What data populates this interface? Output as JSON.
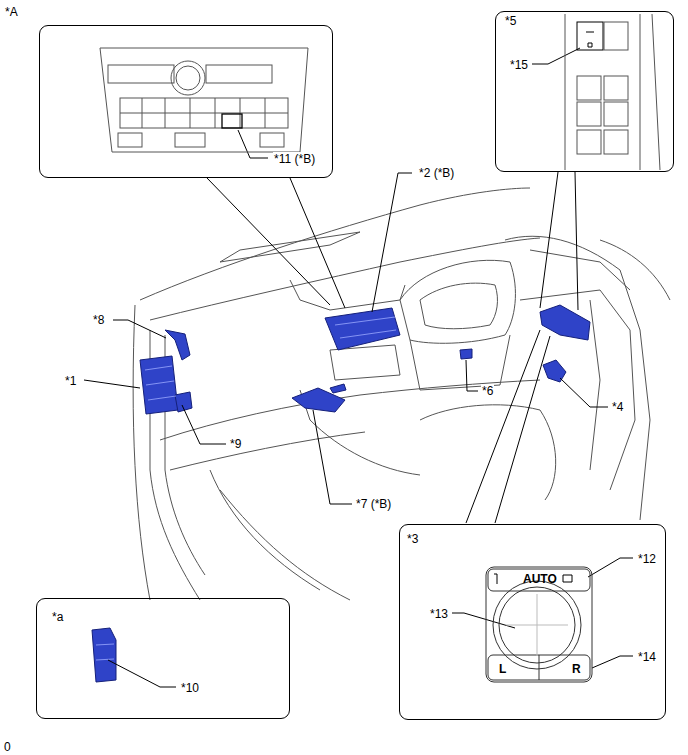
{
  "diagram": {
    "nodes": [
      {
        "text": [
          "*11 (*B)"
        ]
      },
      {
        "text": [
          "*5",
          "*15"
        ]
      },
      {
        "text": [
          "*3",
          "*12",
          "*13",
          "*14",
          "AUTO",
          "L",
          "R"
        ]
      },
      {
        "text": [
          "*a",
          "*10"
        ]
      }
    ],
    "labels": [
      "*A",
      "*2 (*B)",
      "*8",
      "*1",
      "*9",
      "*7 (*B)",
      "*6",
      "*4",
      "0"
    ]
  }
}
